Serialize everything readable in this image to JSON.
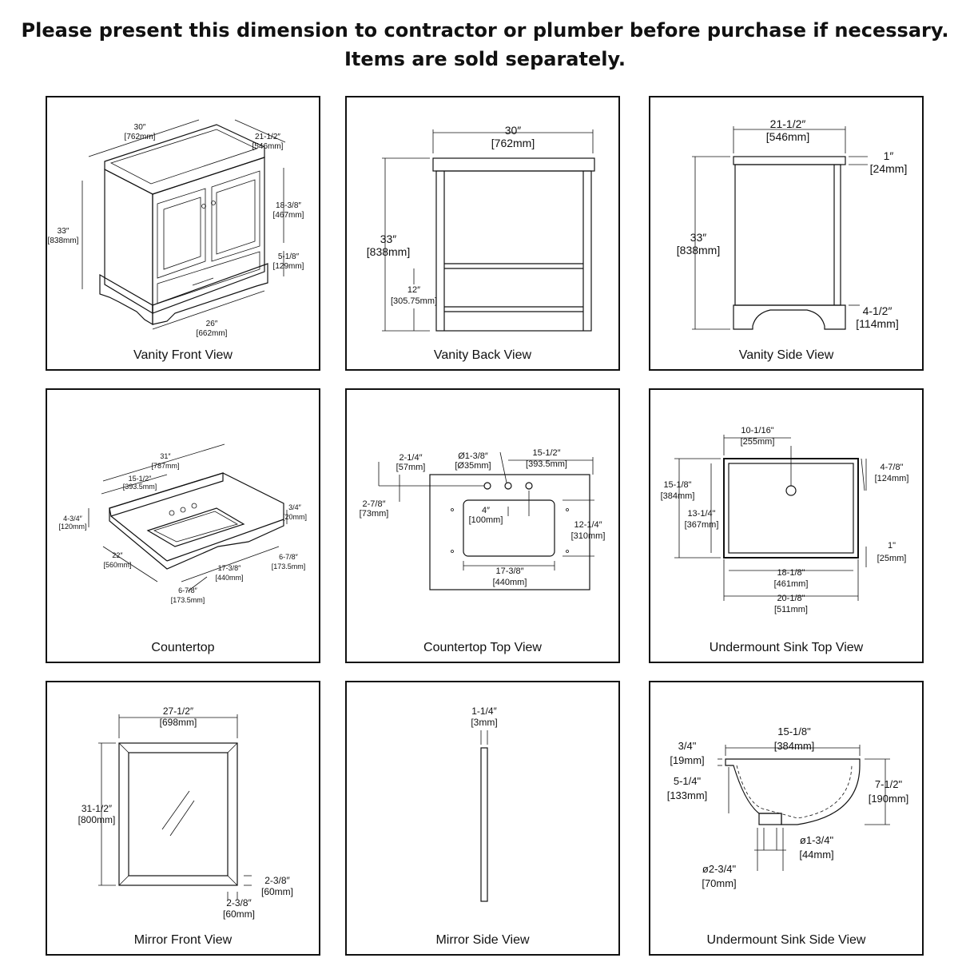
{
  "header": {
    "line1": "Please present this dimension to contractor or plumber before purchase if necessary.",
    "line2": "Items are sold separately."
  },
  "panels": {
    "vanity_front": {
      "caption": "Vanity Front View",
      "dims": {
        "w_in": "30″",
        "w_mm": "[762mm]",
        "d_in": "21-1/2″",
        "d_mm": "[546mm]",
        "h_in": "33″",
        "h_mm": "[838mm]",
        "door_in": "18-3/8″",
        "door_mm": "[467mm]",
        "drawer_in": "5-1/8″",
        "drawer_mm": "[129mm]",
        "base_in": "26″",
        "base_mm": "[662mm]"
      }
    },
    "vanity_back": {
      "caption": "Vanity Back View",
      "dims": {
        "w_in": "30″",
        "w_mm": "[762mm]",
        "h_in": "33″",
        "h_mm": "[838mm]",
        "low_in": "12″",
        "low_mm": "[305.75mm]"
      }
    },
    "vanity_side": {
      "caption": "Vanity Side View",
      "dims": {
        "d_in": "21-1/2″",
        "d_mm": "[546mm]",
        "top_in": "1″",
        "top_mm": "[24mm]",
        "h_in": "33″",
        "h_mm": "[838mm]",
        "toe_in": "4-1/2″",
        "toe_mm": "[114mm]"
      }
    },
    "countertop": {
      "caption": "Countertop",
      "dims": {
        "w_in": "31″",
        "w_mm": "[787mm]",
        "half_in": "15-1/2″",
        "half_mm": "[393.5mm]",
        "splash_in": "4-3/4″",
        "splash_mm": "[120mm]",
        "thick_in": "3/4″",
        "thick_mm": "[20mm]",
        "d_in": "22″",
        "d_mm": "[560mm]",
        "side_in": "6-7/8″",
        "side_mm": "[173.5mm]",
        "sink_in": "17-3/8″",
        "sink_mm": "[440mm]",
        "side2_in": "6-7/8″",
        "side2_mm": "[173.5mm]"
      }
    },
    "countertop_top": {
      "caption": "Countertop Top View",
      "dims": {
        "a_in": "2-1/4″",
        "a_mm": "[57mm]",
        "hole_in": "Ø1-3/8″",
        "hole_mm": "[Ø35mm]",
        "c_in": "15-1/2″",
        "c_mm": "[393.5mm]",
        "b_in": "2-7/8″",
        "b_mm": "[73mm]",
        "sp_in": "4″",
        "sp_mm": "[100mm]",
        "d_in": "12-1/4″",
        "d_mm": "[310mm]",
        "w_in": "17-3/8″",
        "w_mm": "[440mm]"
      }
    },
    "sink_top": {
      "caption": "Undermount Sink Top View",
      "dims": {
        "a_in": "10-1/16\"",
        "a_mm": "[255mm]",
        "b_in": "4-7/8\"",
        "b_mm": "[124mm]",
        "h_in": "15-1/8\"",
        "h_mm": "[384mm]",
        "ih_in": "13-1/4\"",
        "ih_mm": "[367mm]",
        "r_in": "1\"",
        "r_mm": "[25mm]",
        "iw_in": "18-1/8\"",
        "iw_mm": "[461mm]",
        "w_in": "20-1/8\"",
        "w_mm": "[511mm]"
      }
    },
    "mirror_front": {
      "caption": "Mirror Front View",
      "dims": {
        "w_in": "27-1/2″",
        "w_mm": "[698mm]",
        "h_in": "31-1/2″",
        "h_mm": "[800mm]",
        "fr_in": "2-3/8″",
        "fr_mm": "[60mm]",
        "fb_in": "2-3/8″",
        "fb_mm": "[60mm]"
      }
    },
    "mirror_side": {
      "caption": "Mirror Side View",
      "dims": {
        "t_in": "1-1/4″",
        "t_mm": "[3mm]"
      }
    },
    "sink_side": {
      "caption": "Undermount Sink Side View",
      "dims": {
        "w_in": "15-1/8\"",
        "w_mm": "[384mm]",
        "rim_in": "3/4\"",
        "rim_mm": "[19mm]",
        "in_in": "5-1/4\"",
        "in_mm": "[133mm]",
        "h_in": "7-1/2\"",
        "h_mm": "[190mm]",
        "dr_in": "ø1-3/4\"",
        "dr_mm": "[44mm]",
        "dr2_in": "ø2-3/4\"",
        "dr2_mm": "[70mm]"
      }
    }
  }
}
